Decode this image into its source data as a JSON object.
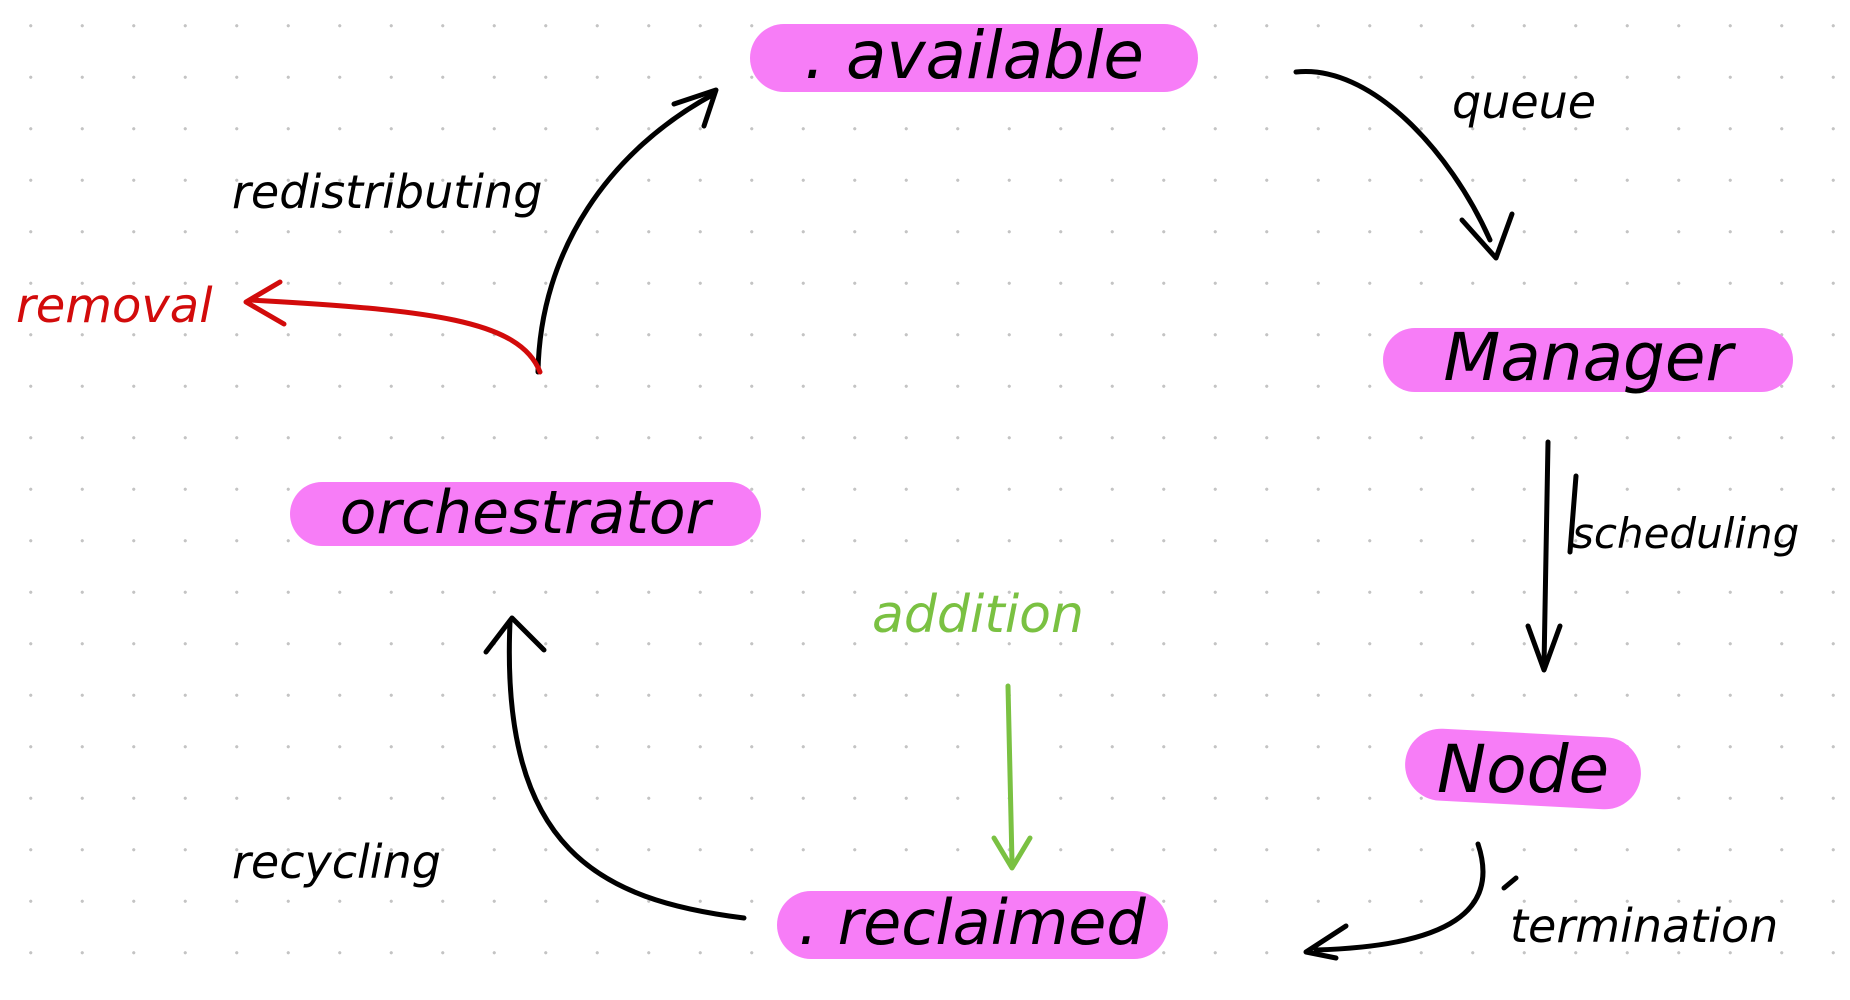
{
  "colors": {
    "highlight": "#f77df7",
    "ink": "#000000",
    "red": "#d20b0b",
    "green": "#7ac142",
    "grid_dot": "#c4c4c4"
  },
  "nodes": {
    "available": ". available",
    "manager": "Manager",
    "node": "Node",
    "reclaimed": ". reclaimed",
    "orchestrator": "orchestrator"
  },
  "edges": {
    "queue": "queue",
    "scheduling": "scheduling",
    "termination": "termination",
    "recycling": "recycling",
    "redistributing": "redistributing",
    "removal": "removal",
    "addition": "addition"
  }
}
